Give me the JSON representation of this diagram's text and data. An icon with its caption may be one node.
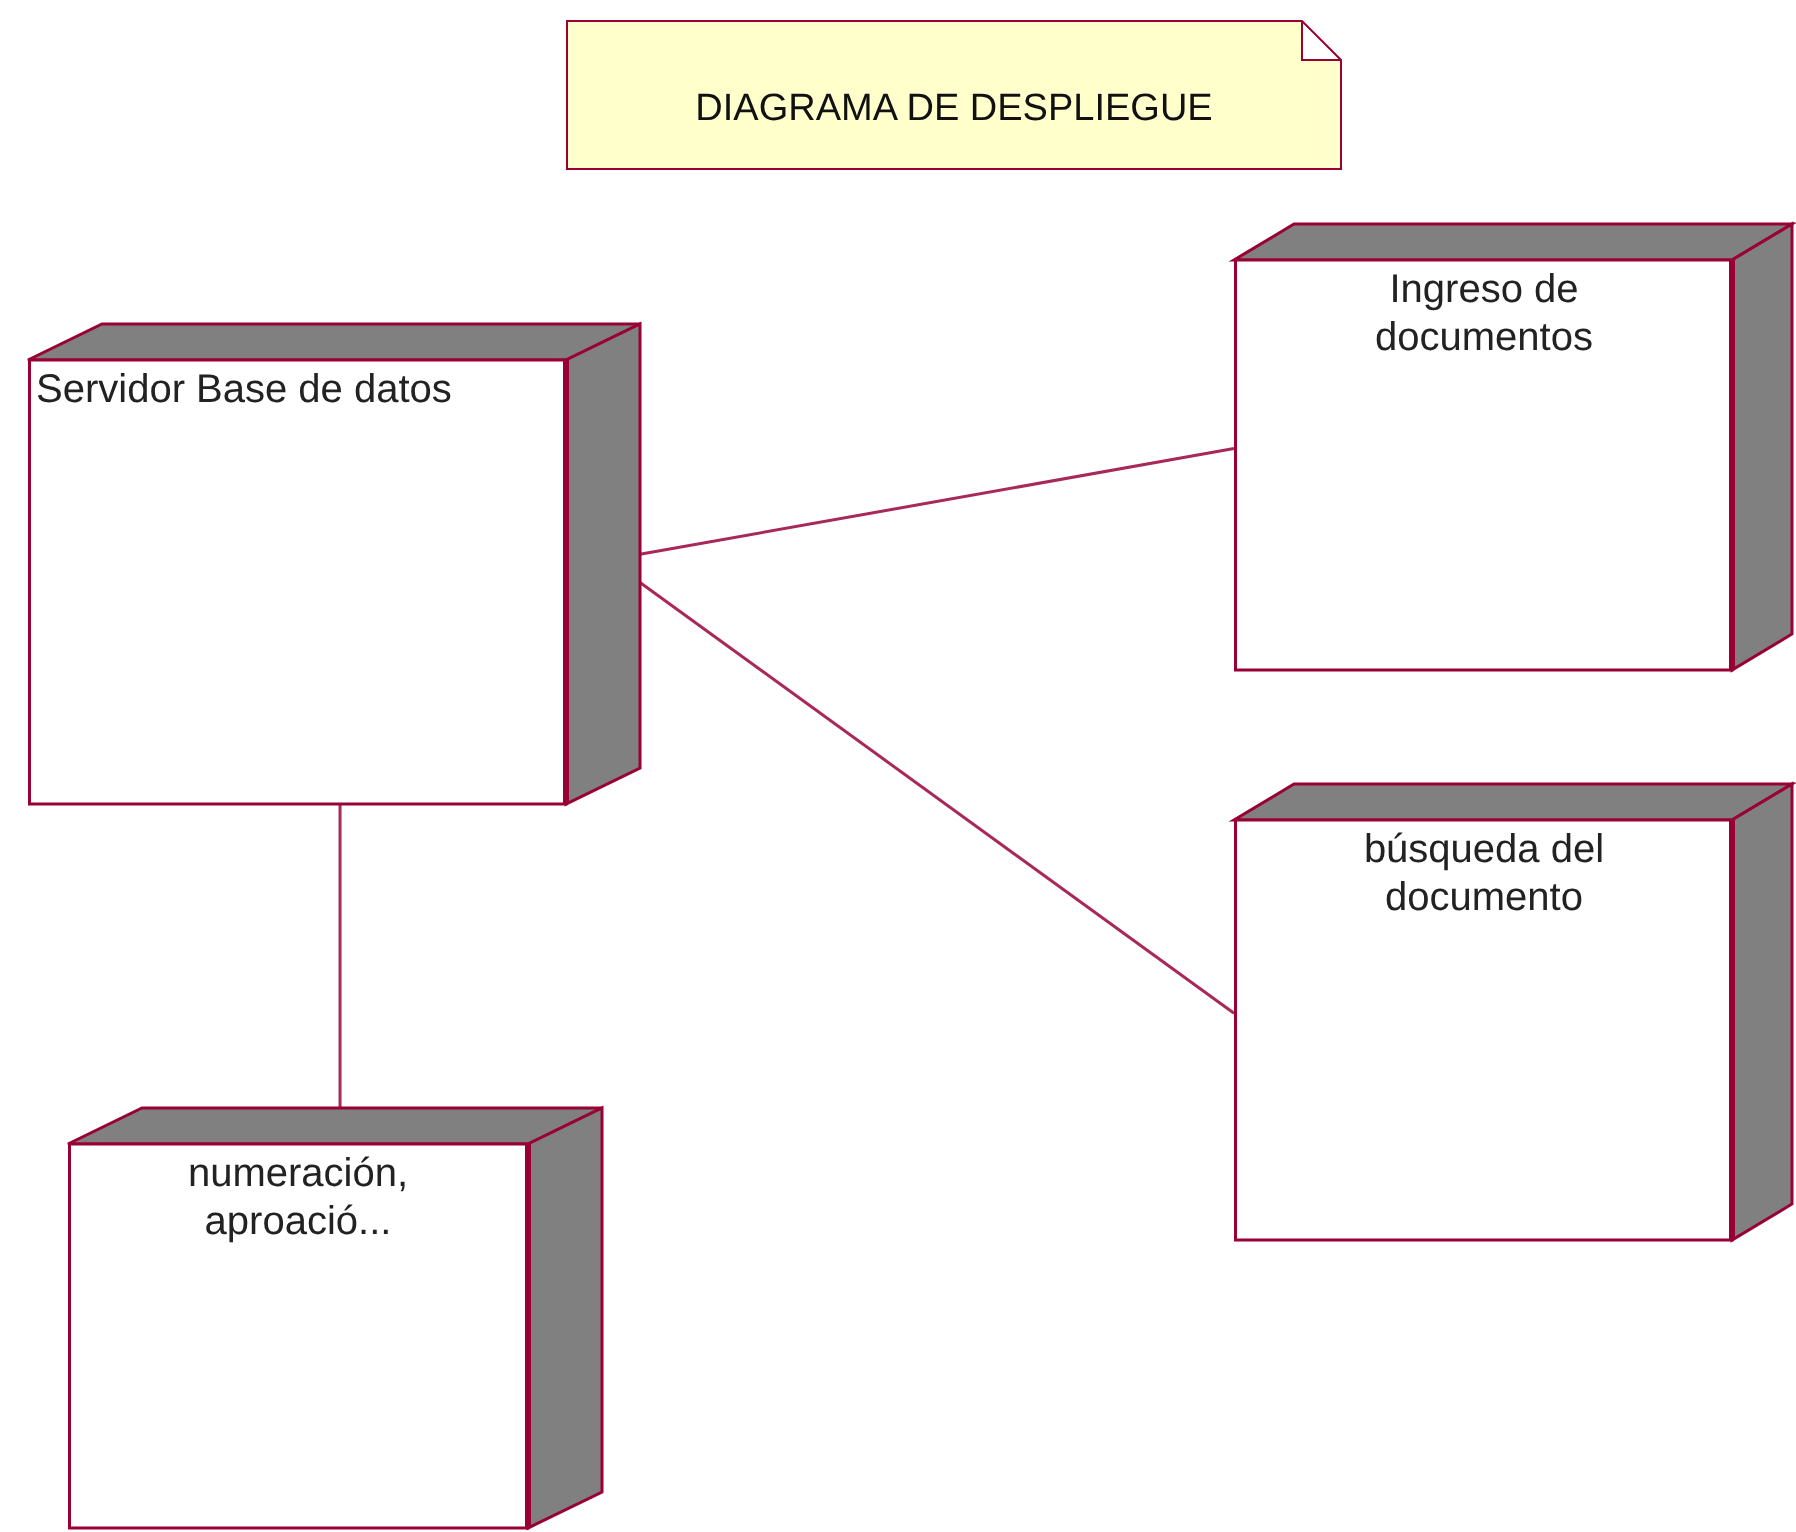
{
  "diagram": {
    "title": "DIAGRAMA DE DESPLIEGUE",
    "nodes": [
      {
        "text": [
          "Servidor Base de datos"
        ]
      },
      {
        "text": [
          "Ingreso de documentos"
        ]
      },
      {
        "text": [
          "búsqueda del documento"
        ]
      },
      {
        "text": [
          "numeración, aproació..."
        ]
      }
    ],
    "edges": [
      {
        "from": 0,
        "to": 1,
        "arrow": "none"
      },
      {
        "from": 0,
        "to": 2,
        "arrow": "none"
      },
      {
        "from": 0,
        "to": 3,
        "arrow": "none"
      }
    ]
  }
}
